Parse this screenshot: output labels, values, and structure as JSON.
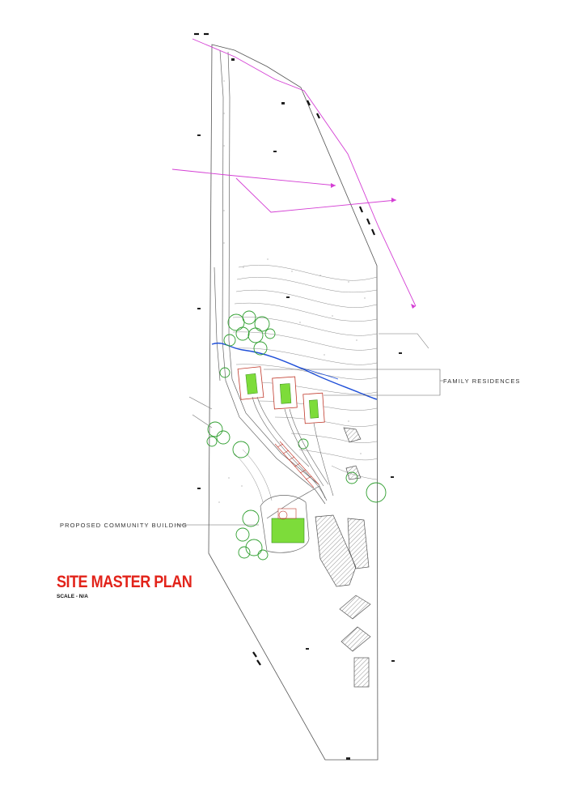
{
  "plan": {
    "title": "SITE MASTER PLAN",
    "scale_note": "SCALE - N/A",
    "labels": {
      "family_residences": "FAMILY RESIDENCES",
      "community_building": "PROPOSED COMMUNITY BUILDING"
    },
    "colors": {
      "title": "#e2231a",
      "linework": "#555555",
      "utility_line": "#d43fd4",
      "stream": "#1f4fd8",
      "trees": "#2e9e2e",
      "lawn": "#7ddc3a",
      "hatch": "#777777"
    }
  }
}
